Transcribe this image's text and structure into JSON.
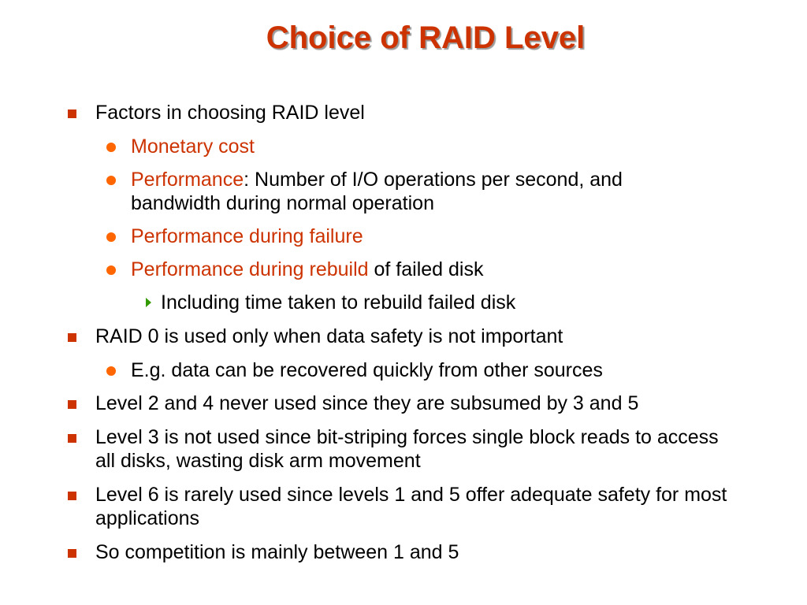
{
  "slide": {
    "title": "Choice of RAID Level",
    "items": [
      {
        "level": 1,
        "text": "Factors in choosing RAID level"
      },
      {
        "level": 2,
        "highlight": "Monetary cost"
      },
      {
        "level": 2,
        "highlight": "Performance",
        "text": ": Number of I/O operations per second, and bandwidth during normal operation"
      },
      {
        "level": 2,
        "highlight": "Performance during failure"
      },
      {
        "level": 2,
        "highlight": "Performance during rebuild",
        "text": " of failed disk"
      },
      {
        "level": 3,
        "text": "Including time taken to rebuild failed disk"
      },
      {
        "level": 1,
        "text": "RAID 0 is used only when data safety is not important"
      },
      {
        "level": 2,
        "text": "E.g. data can be recovered quickly from other sources"
      },
      {
        "level": 1,
        "text": "Level 2 and 4 never used since they are subsumed by 3 and 5"
      },
      {
        "level": 1,
        "text": "Level 3 is not used since bit-striping forces single block reads to access all disks, wasting disk arm movement"
      },
      {
        "level": 1,
        "text": "Level 6 is rarely used since levels 1 and 5 offer adequate safety for most applications"
      },
      {
        "level": 1,
        "text": "So competition is mainly between 1 and 5"
      }
    ]
  },
  "colors": {
    "title": "#cc3300",
    "highlight": "#cc3300",
    "level1_bullet": "#cc3300",
    "level2_bullet": "#ff6600",
    "level3_bullet": "#339900"
  },
  "icons": {
    "level1": "square-bullet-icon",
    "level2": "circle-bullet-icon",
    "level3": "triangle-bullet-icon"
  }
}
